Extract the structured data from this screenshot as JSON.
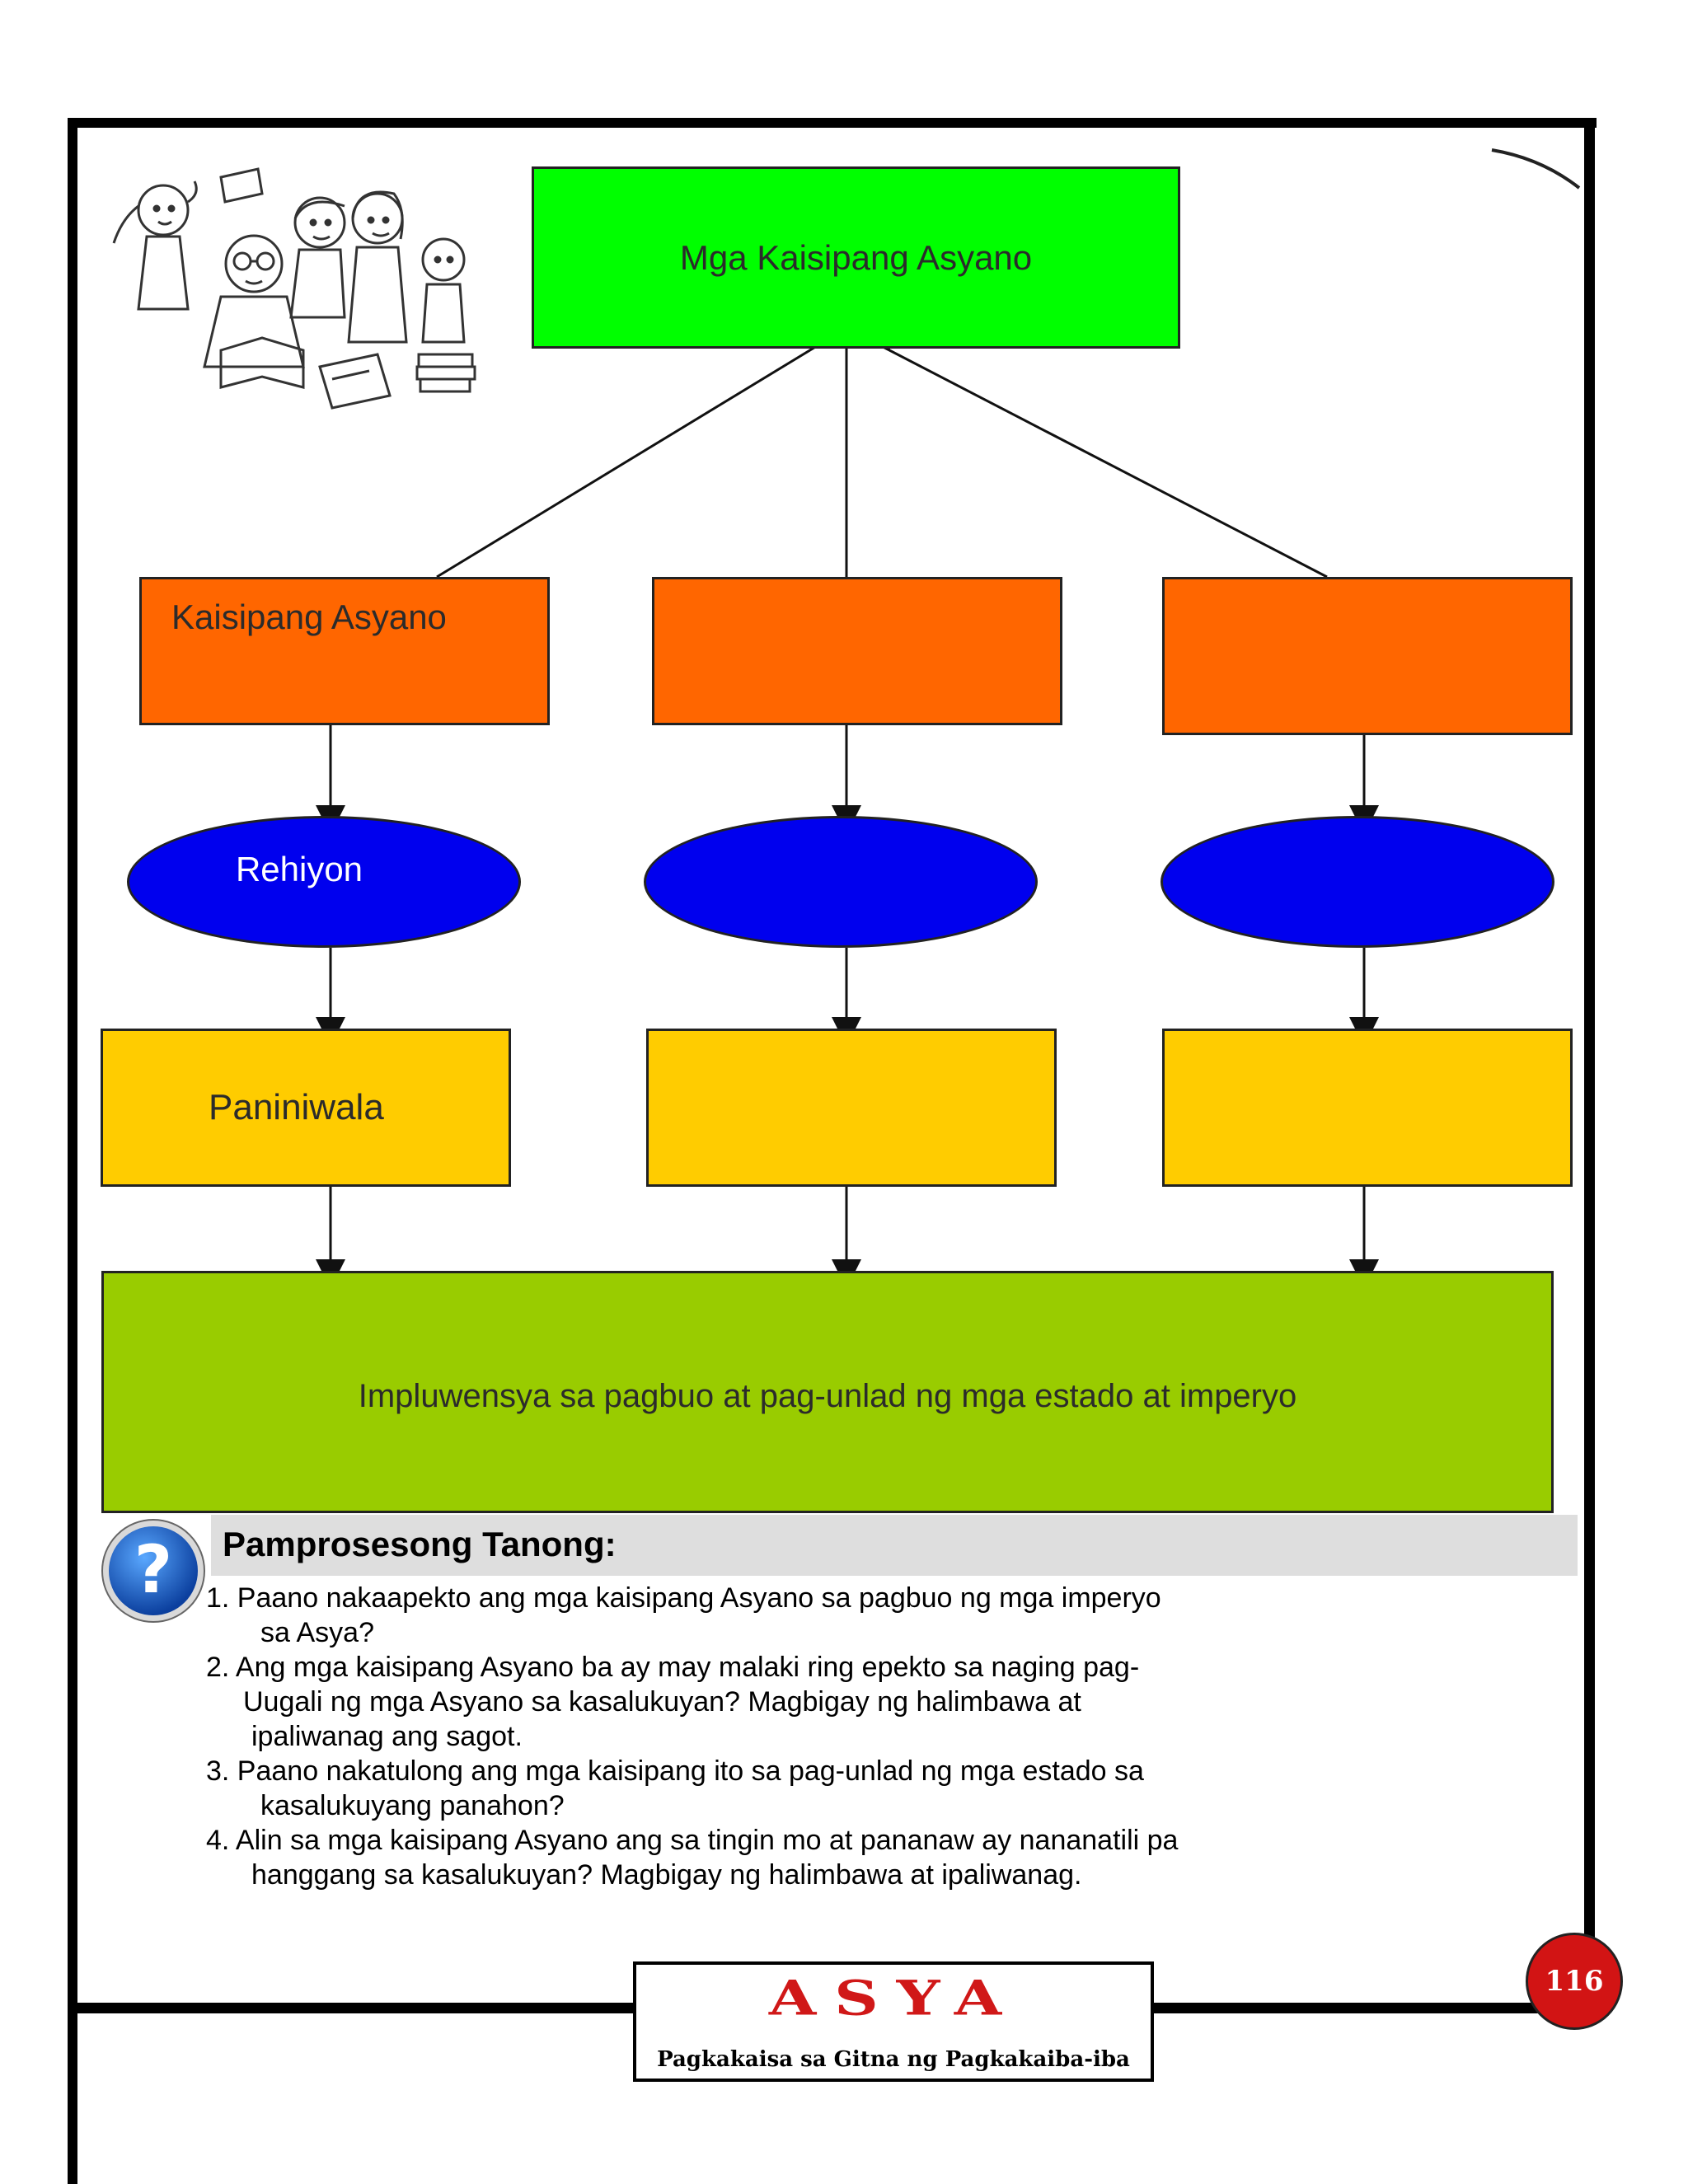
{
  "diagram": {
    "title": "Mga Kaisipang Asyano",
    "branches": [
      {
        "kaisipan": "Kaisipang Asyano",
        "rehiyon": "Rehiyon",
        "paniniwala": "Paniniwala"
      },
      {
        "kaisipan": "",
        "rehiyon": "",
        "paniniwala": ""
      },
      {
        "kaisipan": "",
        "rehiyon": "",
        "paniniwala": ""
      }
    ],
    "result": "Impluwensya sa pagbuo at pag-unlad ng mga estado at imperyo"
  },
  "questions": {
    "icon": "question-mark-icon",
    "heading": "Pamprosesong Tanong:",
    "items": [
      {
        "line1": "1. Paano nakaapekto ang mga kaisipang Asyano sa pagbuo ng mga imperyo",
        "line2": "sa Asya?"
      },
      {
        "line1": "2. Ang mga kaisipang Asyano ba ay may malaki ring epekto sa naging pag-",
        "line2": "Uugali ng mga Asyano sa kasalukuyan? Magbigay ng halimbawa at",
        "line3": "ipaliwanag ang sagot."
      },
      {
        "line1": "3. Paano nakatulong ang mga kaisipang ito sa pag-unlad ng mga estado sa",
        "line2": "kasalukuyang panahon?"
      },
      {
        "line1": "4. Alin sa mga kaisipang Asyano ang sa tingin mo at pananaw ay nananatili pa",
        "line2": "hanggang sa kasalukuyan? Magbigay ng halimbawa at ipaliwanag."
      }
    ]
  },
  "footer": {
    "logo_title": "ASYA",
    "logo_subtitle": "Pagkakaisa sa Gitna ng Pagkakaiba-iba",
    "page_number": "116"
  },
  "colors": {
    "title_box": "#00ff00",
    "kaisipan_box": "#ff6600",
    "rehiyon_ellipse": "#0000ee",
    "paniniwala_box": "#ffcc00",
    "result_box": "#99cc00",
    "page_badge": "#d21414",
    "logo_red": "#d01818"
  }
}
